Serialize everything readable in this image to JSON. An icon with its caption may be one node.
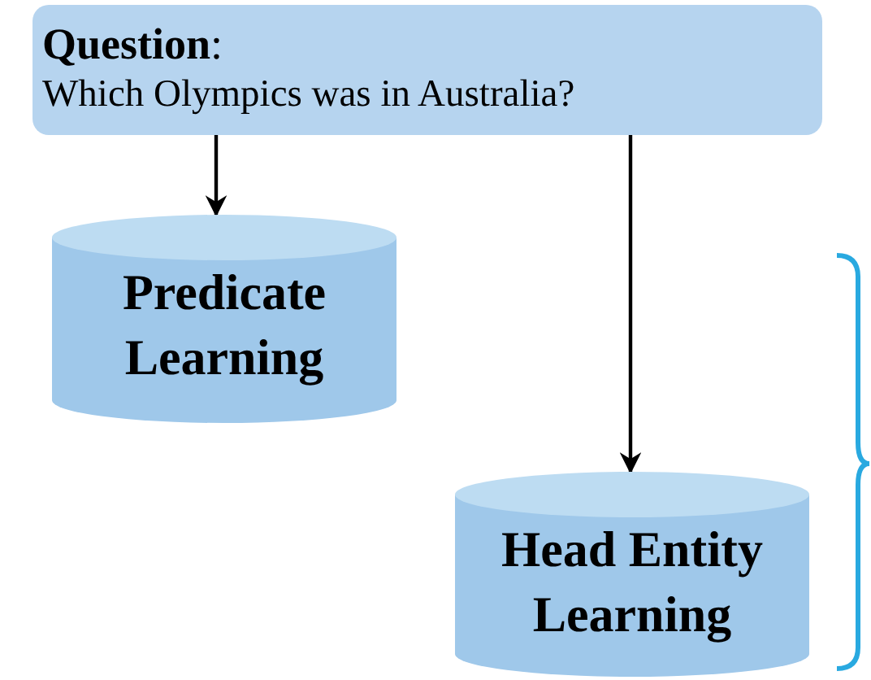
{
  "diagram": {
    "nodes": [
      {
        "text": [
          "**Question**:",
          "Which Olympics was in Australia?"
        ]
      },
      {
        "text": [
          "Predicate Learning"
        ]
      },
      {
        "text": [
          "Head Entity Learning"
        ]
      }
    ],
    "edges": [
      {
        "from": 0,
        "to": 1,
        "arrow": "to"
      },
      {
        "from": 0,
        "to": 2,
        "arrow": "to"
      }
    ]
  }
}
